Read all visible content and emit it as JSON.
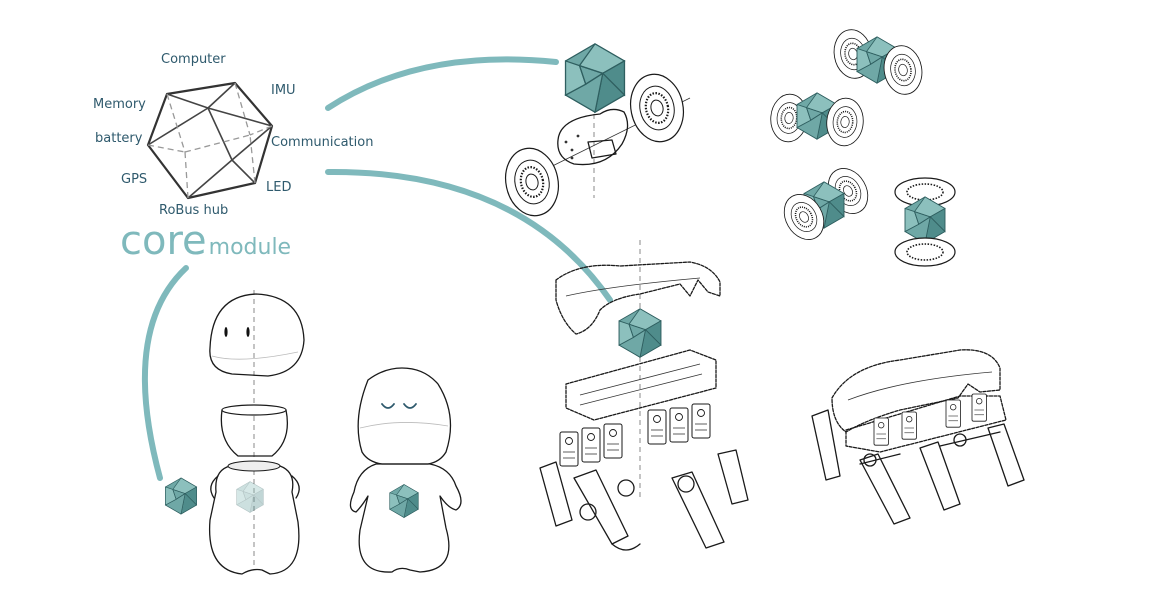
{
  "diagram": {
    "core_icosahedron_labels": {
      "computer": "Computer",
      "imu": "IMU",
      "memory": "Memory",
      "battery": "battery",
      "communication": "Communication",
      "gps": "GPS",
      "led": "LED",
      "robus_hub": "RoBus hub"
    },
    "title": {
      "big": "core",
      "small": "module"
    },
    "colors": {
      "accent_teal": "#7fb9bc",
      "module_teal": "#6fa8a6",
      "label_text": "#2f5a6d",
      "line_art": "#1a1a1a"
    },
    "elements": [
      "core-icosahedron-wireframe",
      "wheeled-robot-exploded",
      "wheeled-robot-variants",
      "quadruped-robot-exploded",
      "quadruped-robot-assembled",
      "humanoid-companion-exploded",
      "humanoid-companion-assembled"
    ]
  }
}
